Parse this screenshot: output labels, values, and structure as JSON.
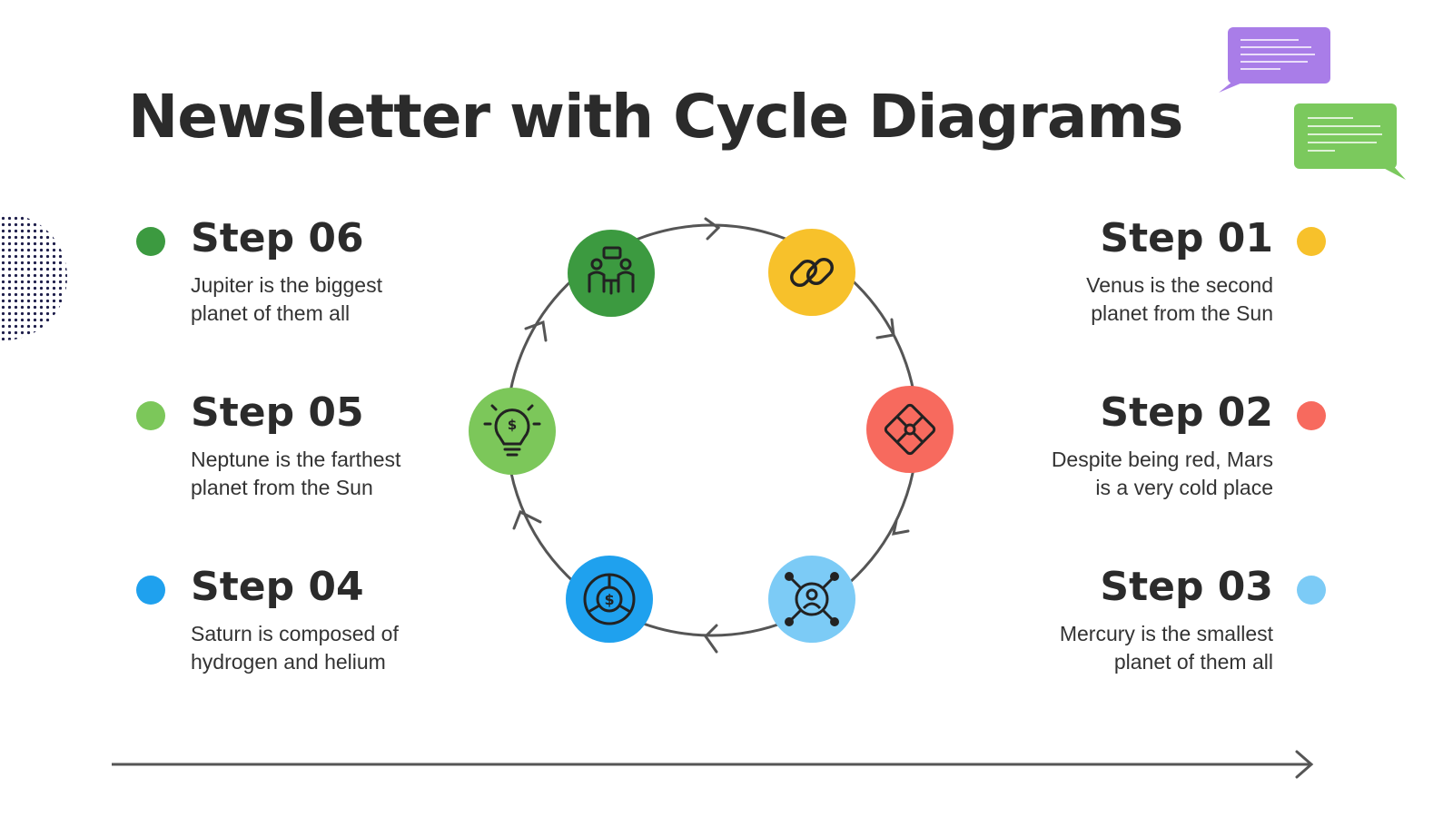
{
  "slide": {
    "title": "Newsletter with Cycle Diagrams"
  },
  "colors": {
    "text": "#2b2b2b",
    "ring": "#555555",
    "dark_green": "#3c9a40",
    "light_green": "#7cc75a",
    "blue": "#1fa1ee",
    "yellow": "#f7c12b",
    "coral": "#f76a5e",
    "light_blue": "#7ccbf6",
    "purple_bubble": "#a97de8",
    "green_bubble": "#7bc95d"
  },
  "steps": [
    {
      "id": "01",
      "title": "Step 01",
      "lines": [
        "Venus is the second",
        "planet from the Sun"
      ],
      "color": "#f7c12b",
      "icon": "chain-link-icon"
    },
    {
      "id": "02",
      "title": "Step 02",
      "lines": [
        "Despite being red, Mars",
        "is a very cold place"
      ],
      "color": "#f76a5e",
      "icon": "puzzle-icon"
    },
    {
      "id": "03",
      "title": "Step 03",
      "lines": [
        "Mercury is the smallest",
        "planet of them all"
      ],
      "color": "#7ccbf6",
      "icon": "network-user-icon"
    },
    {
      "id": "04",
      "title": "Step 04",
      "lines": [
        "Saturn is composed of",
        "hydrogen and helium"
      ],
      "color": "#1fa1ee",
      "icon": "dollar-cycle-icon"
    },
    {
      "id": "05",
      "title": "Step 05",
      "lines": [
        "Neptune is the farthest",
        "planet from the Sun"
      ],
      "color": "#7cc75a",
      "icon": "idea-dollar-bulb-icon"
    },
    {
      "id": "06",
      "title": "Step 06",
      "lines": [
        "Jupiter is the biggest",
        "planet of them all"
      ],
      "color": "#3c9a40",
      "icon": "meeting-icon"
    }
  ]
}
